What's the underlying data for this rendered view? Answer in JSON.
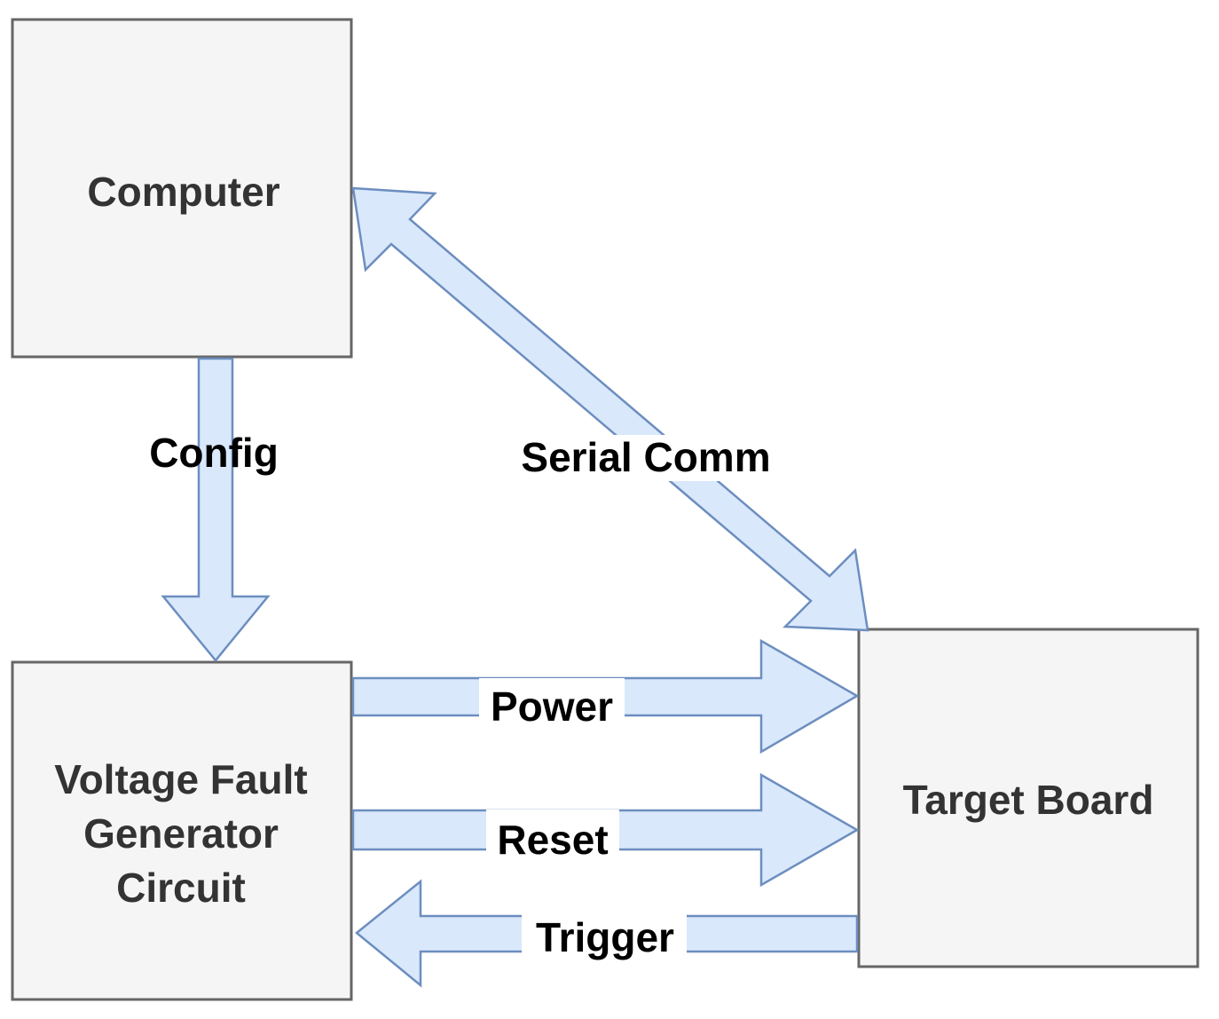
{
  "nodes": {
    "computer": "Computer",
    "vfg_line1": "Voltage Fault",
    "vfg_line2": "Generator",
    "vfg_line3": "Circuit",
    "target": "Target Board"
  },
  "edges": {
    "config": "Config",
    "serial": "Serial Comm",
    "power": "Power",
    "reset": "Reset",
    "trigger": "Trigger"
  },
  "colors": {
    "box_fill": "#f5f5f5",
    "box_stroke": "#666666",
    "arrow_fill": "#dae8fc",
    "arrow_stroke": "#6c8ebf"
  }
}
